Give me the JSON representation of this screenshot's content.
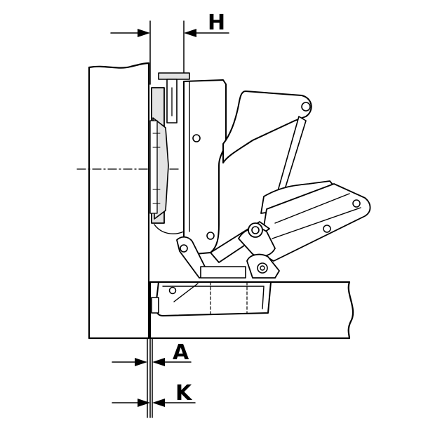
{
  "labels": {
    "h": "H",
    "a": "A",
    "k": "K"
  },
  "colors": {
    "line": "#000000",
    "part_fill": "#e3e3e3",
    "background": "#ffffff"
  }
}
